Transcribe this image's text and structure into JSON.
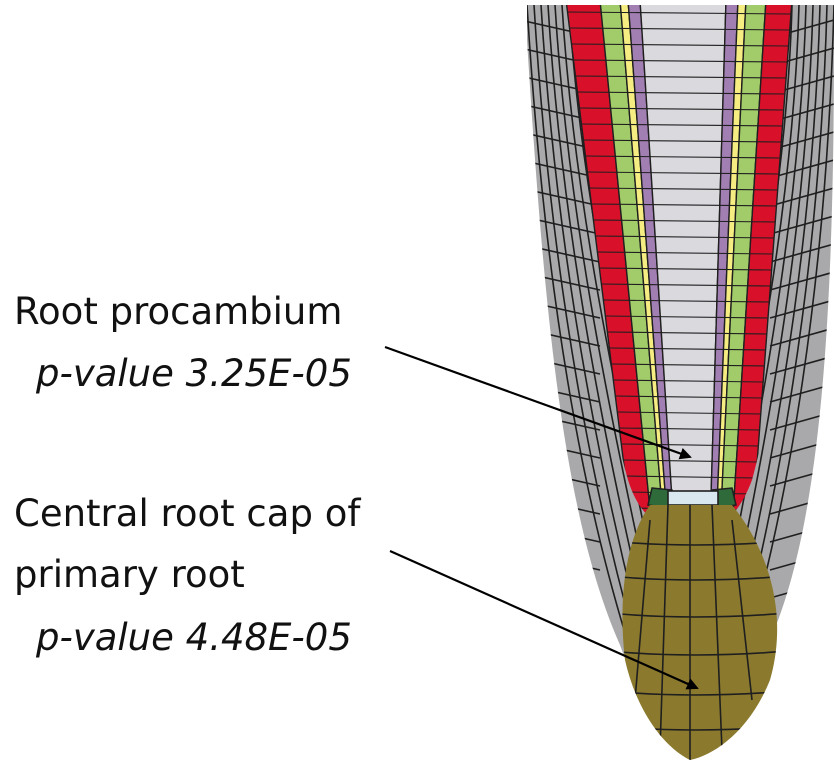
{
  "annotations": [
    {
      "id": "root-procambium",
      "name_lines": [
        "Root procambium"
      ],
      "pvalue_text": "p-value 3.25E-05",
      "region_color": "#d8e8ee"
    },
    {
      "id": "central-root-cap",
      "name_lines": [
        "Central root cap of",
        "primary root"
      ],
      "pvalue_text": "p-value 4.48E-05",
      "region_color": "#8b7a2e"
    }
  ],
  "tissue_colors": {
    "outer_root_cap": "#a9a9ab",
    "epidermis": "#d3d3d6",
    "cortex": "#d8102a",
    "endodermis": "#a2cc6a",
    "pericycle": "#f5ec82",
    "phloem": "#a27fb3",
    "vascular": "#d9d9de",
    "quiescent_center": "#2e6a3a",
    "procambium": "#d8e8ee",
    "central_root_cap": "#8b7a2e",
    "cell_wall": "#1f1f1f"
  }
}
